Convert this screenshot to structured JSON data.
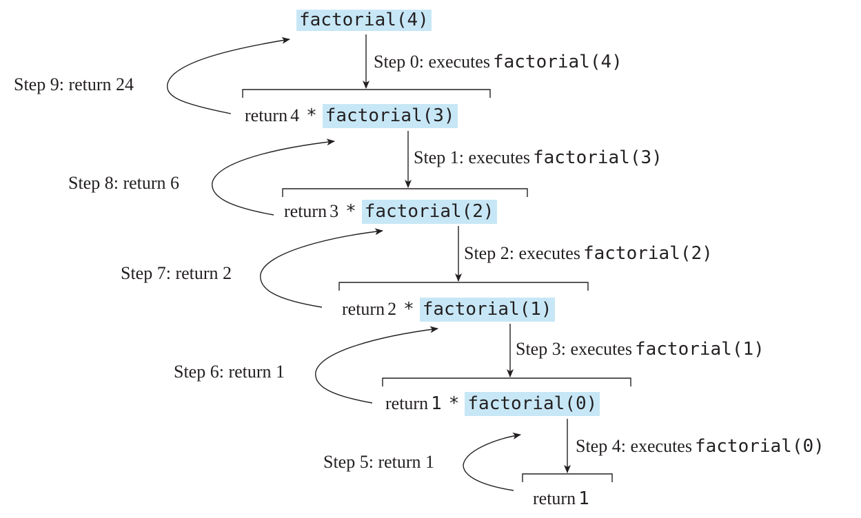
{
  "root": {
    "call": "factorial(4)"
  },
  "steps": [
    {
      "label": "Step 0: executes",
      "call": "factorial(4)"
    },
    {
      "label": "Step 1: executes",
      "call": "factorial(3)"
    },
    {
      "label": "Step 2: executes",
      "call": "factorial(2)"
    },
    {
      "label": "Step 3: executes",
      "call": "factorial(1)"
    },
    {
      "label": "Step 4: executes",
      "call": "factorial(0)"
    }
  ],
  "frames": [
    {
      "return_word": "return",
      "n": "4",
      "op": "*",
      "call": "factorial(3)"
    },
    {
      "return_word": "return",
      "n": "3",
      "op": "*",
      "call": "factorial(2)"
    },
    {
      "return_word": "return",
      "n": "2",
      "op": "*",
      "call": "factorial(1)"
    },
    {
      "return_word": "return",
      "n": "1",
      "op": "*",
      "call": "factorial(0)"
    },
    {
      "return_word": "return",
      "n": "1"
    }
  ],
  "returns": [
    "Step 9: return 24",
    "Step 8: return 6",
    "Step 7: return 2",
    "Step 6: return 1",
    "Step 5: return 1"
  ],
  "colors": {
    "highlight": "#c7e7f6",
    "ink": "#231f20"
  }
}
